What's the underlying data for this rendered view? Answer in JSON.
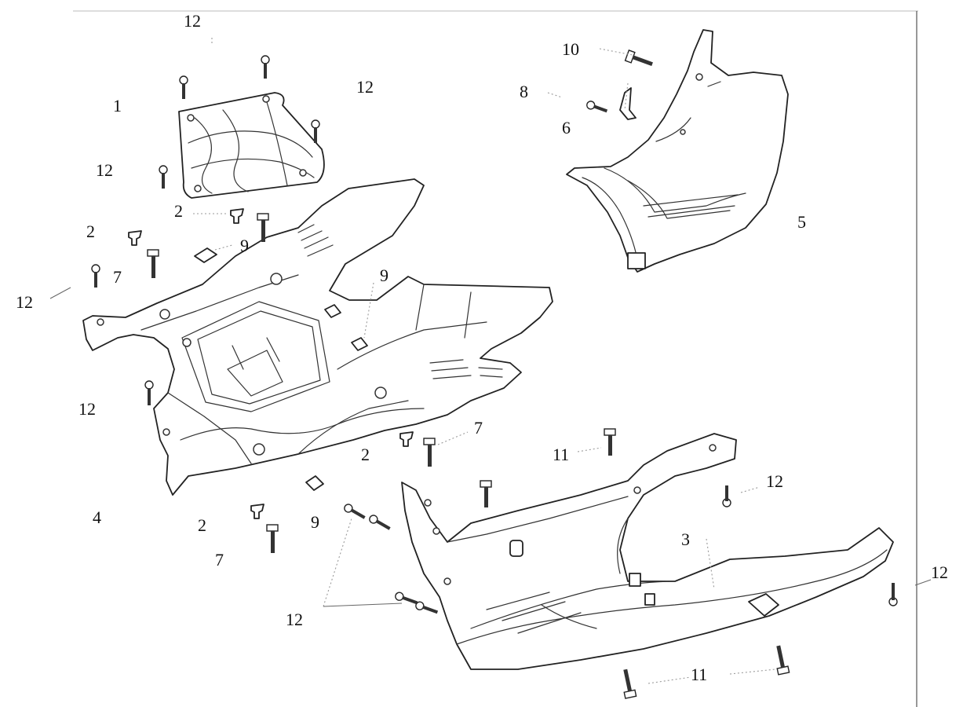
{
  "diagram": {
    "labels": [
      {
        "id": "lbl-12-top",
        "text": "12"
      },
      {
        "id": "lbl-1",
        "text": "1"
      },
      {
        "id": "lbl-12-upper-mid",
        "text": "12"
      },
      {
        "id": "lbl-12-upper-left",
        "text": "12"
      },
      {
        "id": "lbl-2-a",
        "text": "2"
      },
      {
        "id": "lbl-2-b",
        "text": "2"
      },
      {
        "id": "lbl-9-a",
        "text": "9"
      },
      {
        "id": "lbl-7-a",
        "text": "7"
      },
      {
        "id": "lbl-12-left",
        "text": "12"
      },
      {
        "id": "lbl-9-b",
        "text": "9"
      },
      {
        "id": "lbl-12-mid-left",
        "text": "12"
      },
      {
        "id": "lbl-7-b",
        "text": "7"
      },
      {
        "id": "lbl-2-c",
        "text": "2"
      },
      {
        "id": "lbl-4",
        "text": "4"
      },
      {
        "id": "lbl-2-d",
        "text": "2"
      },
      {
        "id": "lbl-9-c",
        "text": "9"
      },
      {
        "id": "lbl-7-c",
        "text": "7"
      },
      {
        "id": "lbl-12-bottom",
        "text": "12"
      },
      {
        "id": "lbl-10",
        "text": "10"
      },
      {
        "id": "lbl-8",
        "text": "8"
      },
      {
        "id": "lbl-6",
        "text": "6"
      },
      {
        "id": "lbl-5",
        "text": "5"
      },
      {
        "id": "lbl-11-a",
        "text": "11"
      },
      {
        "id": "lbl-12-right",
        "text": "12"
      },
      {
        "id": "lbl-3",
        "text": "3"
      },
      {
        "id": "lbl-12-far-right",
        "text": "12"
      },
      {
        "id": "lbl-11-b",
        "text": "11"
      }
    ]
  }
}
